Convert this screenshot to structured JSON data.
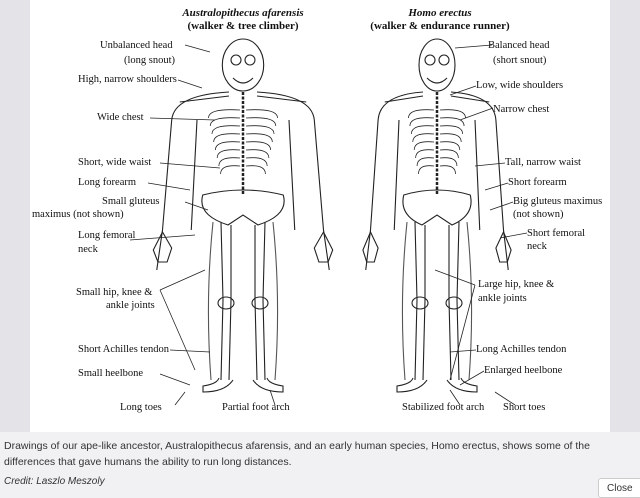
{
  "figure": {
    "left_title": "Australopithecus afarensis",
    "left_subtitle": "(walker & tree climber)",
    "right_title": "Homo erectus",
    "right_subtitle": "(walker & endurance runner)",
    "left_labels": [
      "Unbalanced head",
      "(long snout)",
      "High, narrow shoulders",
      "Wide chest",
      "Short, wide waist",
      "Long forearm",
      "Small gluteus",
      "maximus (not shown)",
      "Long femoral",
      "neck",
      "Small hip, knee &",
      "ankle joints",
      "Short Achilles tendon",
      "Small heelbone",
      "Long toes",
      "Partial foot arch"
    ],
    "right_labels": [
      "Balanced head",
      "(short snout)",
      "Low, wide shoulders",
      "Narrow chest",
      "Tall, narrow waist",
      "Short forearm",
      "Big gluteus maximus",
      "(not shown)",
      "Short femoral",
      "neck",
      "Large hip, knee &",
      "ankle joints",
      "Long Achilles tendon",
      "Enlarged heelbone",
      "Stabilized foot arch",
      "Short toes"
    ]
  },
  "caption": "Drawings of our ape-like ancestor, Australopithecus afarensis, and an early human species, Homo erectus, shows some of the differences that gave humans the ability to run long distances.",
  "credit": "Credit: Laszlo Meszoly",
  "close_label": "Close"
}
